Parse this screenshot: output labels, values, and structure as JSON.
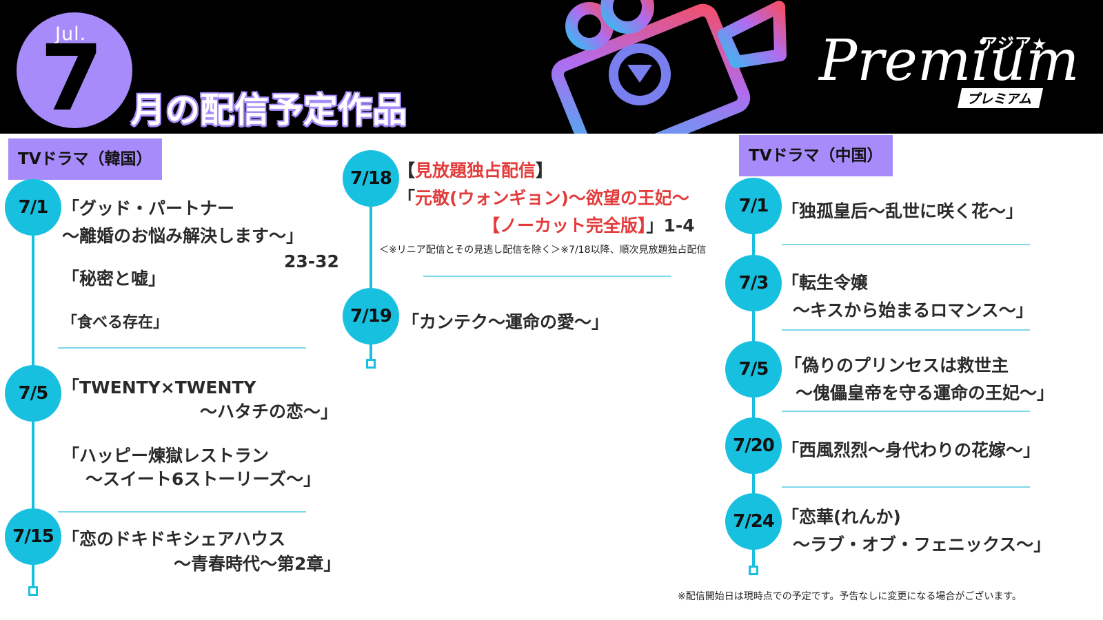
{
  "header": {
    "month_abbr": "Jul.",
    "month_number": "7",
    "title": "月の配信予定作品",
    "logo": {
      "top": "アジア★",
      "main": "Premium",
      "bottom": "プレミアム"
    },
    "colors": {
      "accent": "#a78bfa",
      "timeline": "#18c0e0",
      "camera_gradient": [
        "#3ab8f0",
        "#b06cf0",
        "#f0506e"
      ]
    }
  },
  "korea": {
    "label": "TVドラマ（韓国）",
    "groups": [
      {
        "date": "7/1",
        "lines": [
          "「グッド・パートナー",
          "～離婚のお悩み解決します～」",
          "23-32",
          "「秘密と嘘」",
          "「食べる存在」"
        ]
      },
      {
        "date": "7/5",
        "lines": [
          "「TWENTY×TWENTY",
          "～ハタチの恋～」",
          "「ハッピー煉獄レストラン",
          "～スイート6ストーリーズ～」"
        ]
      },
      {
        "date": "7/15",
        "lines": [
          "「恋のドキドキシェアハウス",
          "～青春時代～第2章」"
        ]
      }
    ]
  },
  "middle": {
    "groups": [
      {
        "date": "7/18",
        "lines": [
          "【",
          "見放題独占配信",
          "】",
          "「",
          "元敬(ウォンギョン)～欲望の王妃～",
          "【ノーカット完全版】",
          "」1-4"
        ],
        "note": "＜※リニア配信とその見逃し配信を除く＞※7/18以降、順次見放題独占配信"
      },
      {
        "date": "7/19",
        "lines": [
          "「カンテク～運命の愛～」"
        ]
      }
    ]
  },
  "china": {
    "label": "TVドラマ（中国）",
    "groups": [
      {
        "date": "7/1",
        "lines": [
          "「独孤皇后～乱世に咲く花～」"
        ]
      },
      {
        "date": "7/3",
        "lines": [
          "「転生令嬢",
          "～キスから始まるロマンス～」"
        ]
      },
      {
        "date": "7/5",
        "lines": [
          "「偽りのプリンセスは救世主",
          "～傀儡皇帝を守る運命の王妃～」"
        ]
      },
      {
        "date": "7/20",
        "lines": [
          "「西風烈烈～身代わりの花嫁～」"
        ]
      },
      {
        "date": "7/24",
        "lines": [
          "「恋華(れんか)",
          "～ラブ・オブ・フェニックス～」"
        ]
      }
    ]
  },
  "footer": {
    "note": "※配信開始日は現時点での予定です。予告なしに変更になる場合がございます。"
  }
}
